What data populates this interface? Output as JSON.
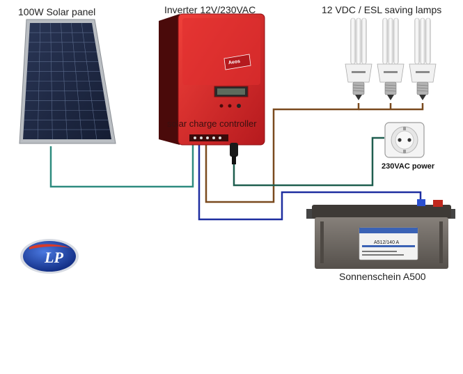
{
  "labels": {
    "solar_panel": "100W Solar panel",
    "inverter": "Inverter 12V/230VAC",
    "lamps": "12 VDC / ESL  saving lamps",
    "controller": "solar charge controller",
    "outlet": "230VAC power",
    "battery": "Sonnenschein A500",
    "battery_model": "A512/140 A",
    "inverter_brand": "Aeos",
    "logo": "LP"
  },
  "colors": {
    "panel_frame": "#b9bdc2",
    "panel_cell": "#1f2a44",
    "inverter_body": "#d8262a",
    "inverter_dark": "#4a0a0a",
    "wire_teal": "#2e8b7f",
    "wire_brown": "#7a4a1e",
    "wire_darkgreen": "#1f5e4f",
    "wire_blue": "#1e2ea0",
    "battery_body": "#6b6660",
    "logo_blue": "#1a3fa8"
  }
}
